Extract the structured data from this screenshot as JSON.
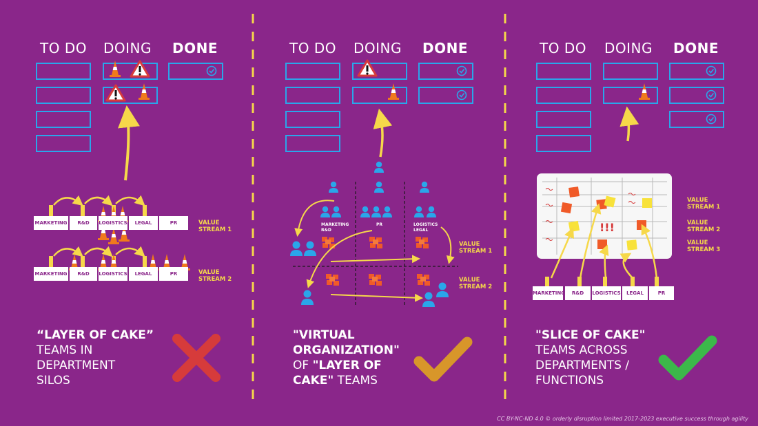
{
  "columns": {
    "todo": "TO DO",
    "doing": "DOING",
    "done": "DONE"
  },
  "panel1": {
    "departments_row1": [
      "MARKETING",
      "R&D",
      "LOGISTICS",
      "LEGAL",
      "PR"
    ],
    "departments_row2": [
      "MARKETING",
      "R&D",
      "LOGISTICS",
      "LEGAL",
      "PR"
    ],
    "stream1": "VALUE\nSTREAM 1",
    "stream2": "VALUE\nSTREAM 2",
    "caption_bold": "“LAYER OF CAKE”",
    "caption_rest": "TEAMS IN\nDEPARTMENT\nSILOS",
    "verdict": "cross-icon"
  },
  "panel2": {
    "group_labels": [
      "MARKETING\nR&D",
      "PR",
      "LOGISTICS\nLEGAL"
    ],
    "stream1": "VALUE\nSTREAM 1",
    "stream2": "VALUE\nSTREAM 2",
    "caption_line1": "\"VIRTUAL",
    "caption_line2": "ORGANIZATION\"",
    "caption_line3_plain": "OF ",
    "caption_line3_bold": "\"LAYER OF",
    "caption_line4_bold": "CAKE\"",
    "caption_line4_plain": " TEAMS",
    "verdict": "check-icon"
  },
  "panel3": {
    "departments": [
      "MARKETING",
      "R&D",
      "LOGISTICS",
      "LEGAL",
      "PR"
    ],
    "stream1": "VALUE\nSTREAM 1",
    "stream2": "VALUE\nSTREAM 2",
    "stream3": "VALUE\nSTREAM 3",
    "board_mark": "!!!",
    "caption_bold": "\"SLICE OF CAKE\"",
    "caption_rest": "TEAMS ACROSS\nDEPARTMENTS /\nFUNCTIONS",
    "verdict": "check-icon"
  },
  "colors": {
    "background": "#8a268a",
    "card_border": "#2aa6ea",
    "arrow": "#f6d84a",
    "cross": "#d63b3b",
    "check_amber": "#d8962a",
    "check_green": "#3cb84a",
    "person": "#2aa6ea",
    "sticky_red": "#f05a28",
    "sticky_yellow": "#f8e23a"
  },
  "footer": "CC BY-NC-ND 4.0 © orderly disruption limited 2017-2023 executive success through agility"
}
